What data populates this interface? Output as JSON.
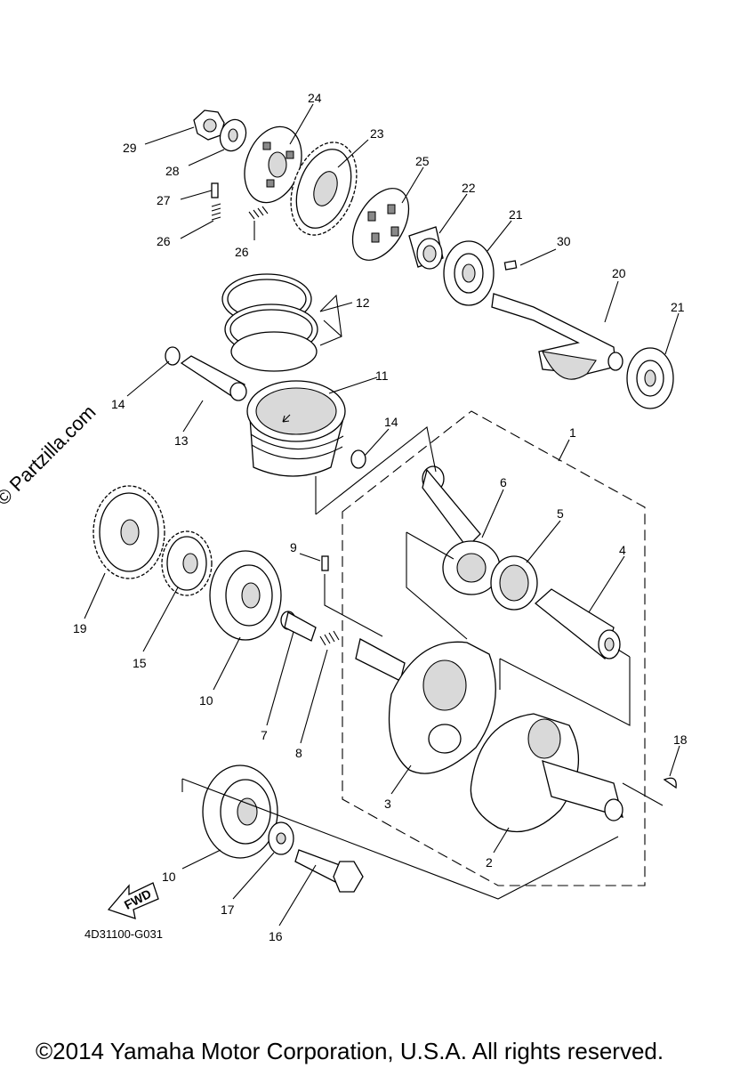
{
  "watermark": "© Partzilla.com",
  "diagram_code": "4D31100-G031",
  "direction_label": "FWD",
  "copyright": "©2014 Yamaha Motor Corporation, U.S.A. All rights reserved.",
  "callouts": {
    "c1": "1",
    "c2": "2",
    "c3": "3",
    "c4": "4",
    "c5": "5",
    "c6": "6",
    "c7": "7",
    "c8": "8",
    "c9": "9",
    "c10a": "10",
    "c10b": "10",
    "c11": "11",
    "c12": "12",
    "c13": "13",
    "c14a": "14",
    "c14b": "14",
    "c15": "15",
    "c16": "16",
    "c17": "17",
    "c18": "18",
    "c19": "19",
    "c20": "20",
    "c21a": "21",
    "c21b": "21",
    "c22": "22",
    "c23": "23",
    "c24": "24",
    "c25": "25",
    "c26a": "26",
    "c26b": "26",
    "c27": "27",
    "c28": "28",
    "c29": "29",
    "c30": "30"
  }
}
